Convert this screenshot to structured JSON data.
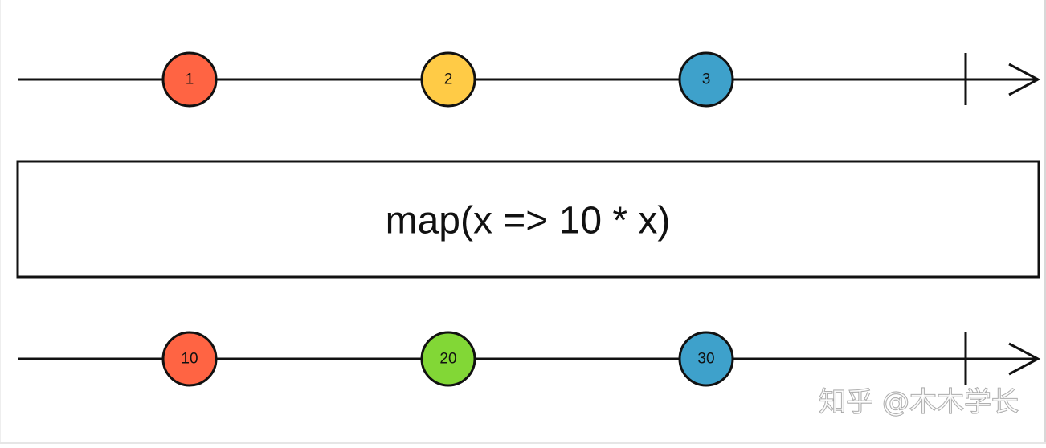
{
  "diagram": {
    "input_stream": {
      "marbles": [
        {
          "label": "1",
          "color": "#FF6443"
        },
        {
          "label": "2",
          "color": "#FFCB46"
        },
        {
          "label": "3",
          "color": "#3EA1CB"
        }
      ]
    },
    "operator": {
      "label": "map(x => 10 * x)"
    },
    "output_stream": {
      "marbles": [
        {
          "label": "10",
          "color": "#FF6443"
        },
        {
          "label": "20",
          "color": "#82D736"
        },
        {
          "label": "30",
          "color": "#3EA1CB"
        }
      ]
    },
    "line_color": "#111111",
    "watermark": "知乎 @木木学长"
  }
}
